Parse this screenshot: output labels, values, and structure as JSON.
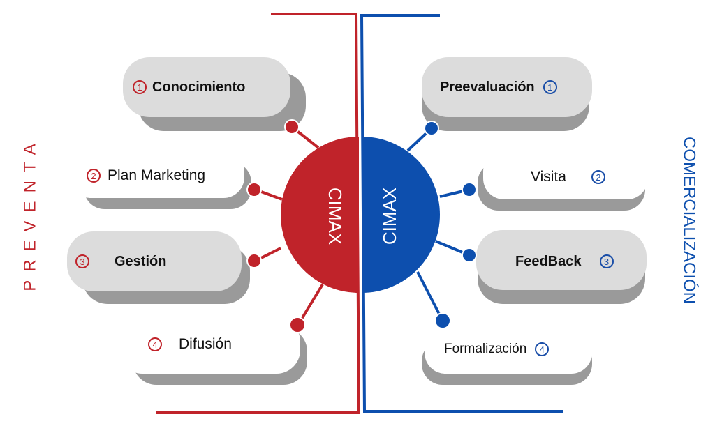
{
  "colors": {
    "red": "#c0232a",
    "blue": "#0d4fae",
    "bubble_fill": "#dcdcdc",
    "bubble_shadow": "#9a9a9a"
  },
  "center": {
    "left_label": "CIMAX",
    "right_label": "CIMAX"
  },
  "sides": {
    "left_title": "PREVENTA",
    "right_title": "COMERCIALIZACIÓN"
  },
  "left_items": [
    {
      "num": "1",
      "label": "Conocimiento"
    },
    {
      "num": "2",
      "label": "Plan Marketing"
    },
    {
      "num": "3",
      "label": "Gestión"
    },
    {
      "num": "4",
      "label": "Difusión"
    }
  ],
  "right_items": [
    {
      "num": "1",
      "label": "Preevaluación"
    },
    {
      "num": "2",
      "label": "Visita"
    },
    {
      "num": "3",
      "label": "FeedBack"
    },
    {
      "num": "4",
      "label": "Formalización"
    }
  ]
}
